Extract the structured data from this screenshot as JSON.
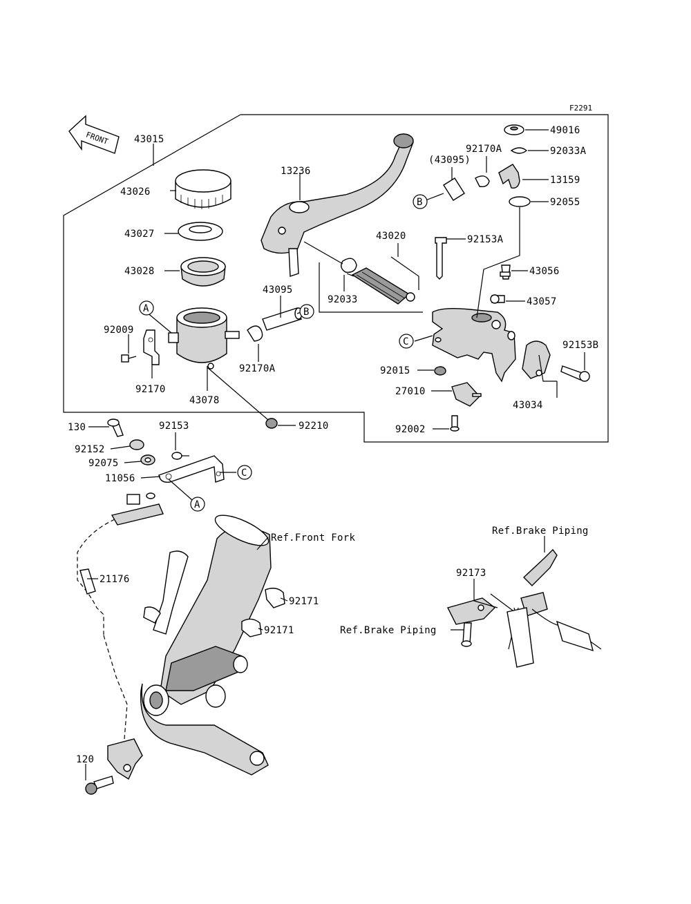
{
  "diagram_code": "F2291",
  "front_arrow_label": "FRONT",
  "parts": {
    "p43015": "43015",
    "p43026": "43026",
    "p43027": "43027",
    "p43028": "43028",
    "p92009": "92009",
    "p92170": "92170",
    "p43078": "43078",
    "p92170A_left": "92170A",
    "p43095_left": "43095",
    "p92033": "92033",
    "p43020": "43020",
    "p13236": "13236",
    "p43095_paren": "(43095)",
    "p92170A_top": "92170A",
    "p49016": "49016",
    "p92033A": "92033A",
    "p13159": "13159",
    "p92055": "92055",
    "p92153A": "92153A",
    "p43056": "43056",
    "p43057": "43057",
    "p92153B": "92153B",
    "p92015": "92015",
    "p27010": "27010",
    "p43034": "43034",
    "p92002": "92002",
    "p92210": "92210",
    "p130": "130",
    "p92153": "92153",
    "p92152": "92152",
    "p92075": "92075",
    "p11056": "11056",
    "p21176": "21176",
    "p92171_a": "92171",
    "p92171_b": "92171",
    "p92173": "92173",
    "p120": "120"
  },
  "references": {
    "front_fork": "Ref.Front Fork",
    "brake_piping_top": "Ref.Brake Piping",
    "brake_piping_mid": "Ref.Brake Piping"
  },
  "callouts": {
    "A": "A",
    "B": "B",
    "C": "C"
  }
}
